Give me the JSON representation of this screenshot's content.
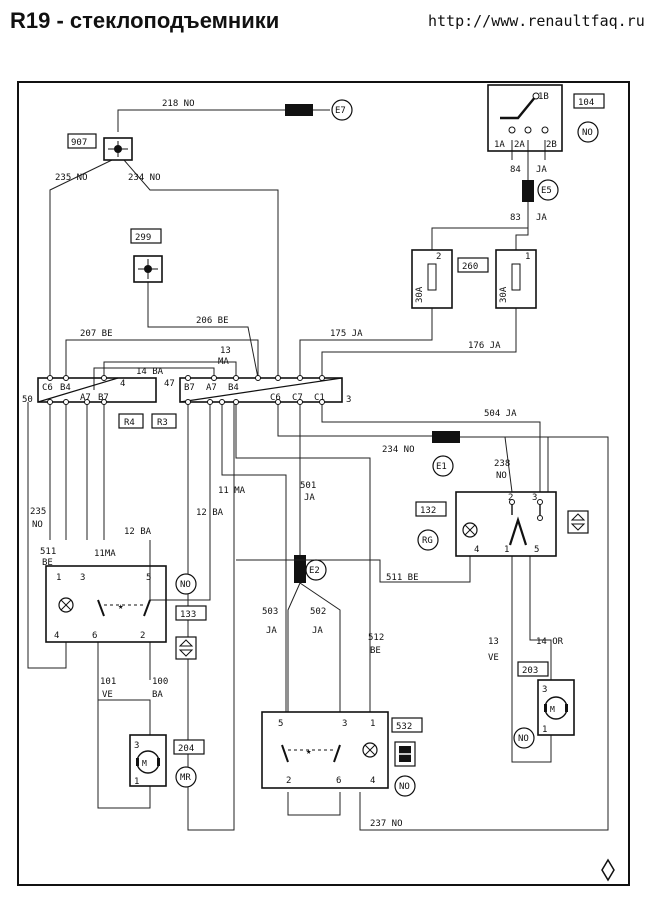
{
  "header": {
    "title": "R19 - стеклоподъемники",
    "url": "http://www.renaultfaq.ru"
  },
  "wires": {
    "w218": "218 NO",
    "w235a": "235 NO",
    "w234a": "234 NO",
    "w84": "84",
    "w84c": "JA",
    "w83": "83",
    "w83c": "JA",
    "w207": "207 BE",
    "w206": "206 BE",
    "w175": "175 JA",
    "w176": "176 JA",
    "w13": "13",
    "w13c": "MA",
    "w14": "14 BA",
    "w504": "504 JA",
    "w234b": "234 NO",
    "w238": "238",
    "w238c": "NO",
    "w235b": "235",
    "w235bc": "NO",
    "w511a": "511",
    "w511ac": "BE",
    "w11a": "11MA",
    "w12a": "12 BA",
    "w11b": "11 MA",
    "w12b": "12 BA",
    "w501": "501",
    "w501c": "JA",
    "w511b": "511 BE",
    "w503": "503",
    "w503c": "JA",
    "w502": "502",
    "w502c": "JA",
    "w512": "512",
    "w512c": "BE",
    "w13b": "13",
    "w13bc": "VE",
    "w14b": "14 OR",
    "w101": "101",
    "w101c": "VE",
    "w100": "100",
    "w100c": "BA",
    "w237": "237 NO"
  },
  "components": {
    "c907": "907",
    "c299": "299",
    "c104": "104",
    "c260": "260",
    "c132": "132",
    "c133": "133",
    "c203": "203",
    "c204": "204",
    "c532": "532",
    "R4": "R4",
    "R3": "R3"
  },
  "circles": {
    "E7": "E7",
    "E5": "E5",
    "E1": "E1",
    "E2": "E2",
    "NO1": "NO",
    "NO2": "NO",
    "NO3": "NO",
    "NO4": "NO",
    "RG": "RG",
    "MR": "MR"
  },
  "pins": {
    "p1B": "1B",
    "p1A": "1A",
    "p2A": "2A",
    "p2B": "2B",
    "f2": "2",
    "f1": "1",
    "fuse1": "30A",
    "fuse2": "30A",
    "c50": "50",
    "cC6a": "C6",
    "cB4a": "B4",
    "c4": "4",
    "cA7a": "A7",
    "cB7a": "B7",
    "c47": "47",
    "cB7b": "B7",
    "cA7b": "A7",
    "cB4b": "B4",
    "cC6b": "C6",
    "cC7": "C7",
    "cC1": "C1",
    "c3": "3",
    "s132_2": "2",
    "s132_3": "3",
    "s132_4": "4",
    "s132_1": "1",
    "s132_5": "5",
    "s133_1": "1",
    "s133_3": "3",
    "s133_5": "5",
    "s133_4": "4",
    "s133_6": "6",
    "s133_2": "2",
    "s532_5": "5",
    "s532_3": "3",
    "s532_1": "1",
    "s532_2": "2",
    "s532_6": "6",
    "s532_4": "4",
    "m203_3": "3",
    "m203_1": "1",
    "m204_3": "3",
    "m204_1": "1"
  }
}
